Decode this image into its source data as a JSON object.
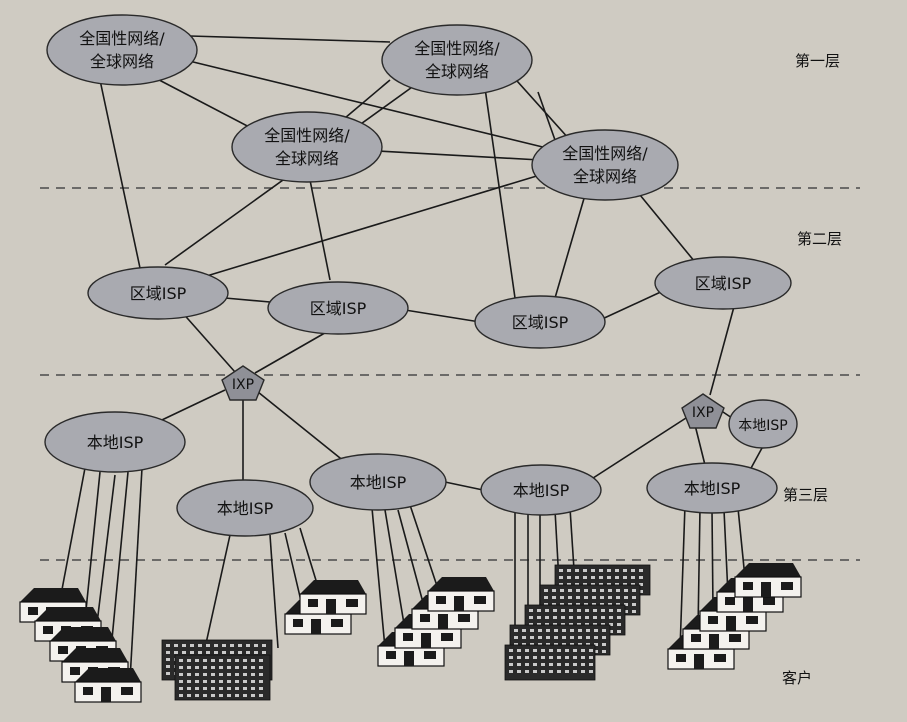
{
  "tiers": {
    "tier1": "第一层",
    "tier2": "第二层",
    "tier3": "第三层",
    "customers": "客户"
  },
  "nodes": {
    "global_1": {
      "line1": "全国性网络/",
      "line2": "全球网络"
    },
    "global_2": {
      "line1": "全国性网络/",
      "line2": "全球网络"
    },
    "global_3": {
      "line1": "全国性网络/",
      "line2": "全球网络"
    },
    "global_4": {
      "line1": "全国性网络/",
      "line2": "全球网络"
    },
    "regional_1": "区域ISP",
    "regional_2": "区域ISP",
    "regional_3": "区域ISP",
    "regional_4": "区域ISP",
    "ixp_1": "IXP",
    "ixp_2": "IXP",
    "local_1": "本地ISP",
    "local_2": "本地ISP",
    "local_3": "本地ISP",
    "local_4": "本地ISP",
    "local_5": "本地ISP",
    "local_6": "本地ISP"
  }
}
